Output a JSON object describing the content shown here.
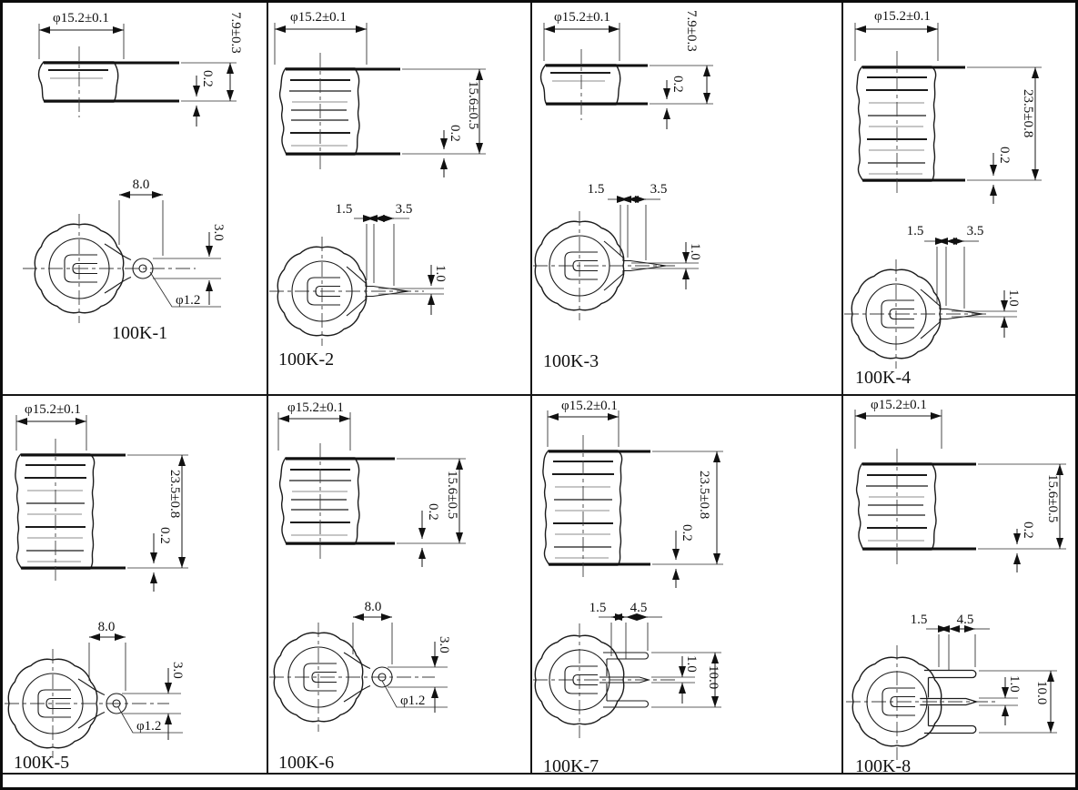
{
  "sheet": {
    "ink_color": "#1b1b1b",
    "background": "#ffffff"
  },
  "cells": [
    {
      "label": "100K-1",
      "dia": "φ15.2±0.1",
      "h": "7.9±0.3",
      "t": "0.2",
      "d1": "8.0",
      "d2": "3.0",
      "d3": "φ1.2"
    },
    {
      "label": "100K-2",
      "dia": "φ15.2±0.1",
      "h": "15.6±0.5",
      "t": "0.2",
      "d1": "1.5",
      "d2": "3.5",
      "d3": "1.0"
    },
    {
      "label": "100K-3",
      "dia": "φ15.2±0.1",
      "h": "7.9±0.3",
      "t": "0.2",
      "d1": "1.5",
      "d2": "3.5",
      "d3": "1.0"
    },
    {
      "label": "100K-4",
      "dia": "φ15.2±0.1",
      "h": "23.5±0.8",
      "t": "0.2",
      "d1": "1.5",
      "d2": "3.5",
      "d3": "1.0"
    },
    {
      "label": "100K-5",
      "dia": "φ15.2±0.1",
      "h": "23.5±0.8",
      "t": "0.2",
      "d1": "8.0",
      "d2": "3.0",
      "d3": "φ1.2"
    },
    {
      "label": "100K-6",
      "dia": "φ15.2±0.1",
      "h": "15.6±0.5",
      "t": "0.2",
      "d1": "8.0",
      "d2": "3.0",
      "d3": "φ1.2"
    },
    {
      "label": "100K-7",
      "dia": "φ15.2±0.1",
      "h": "23.5±0.8",
      "t": "0.2",
      "d1": "1.5",
      "d2": "4.5",
      "d3": "1.0",
      "d4": "10.0"
    },
    {
      "label": "100K-8",
      "dia": "φ15.2±0.1",
      "h": "15.6±0.5",
      "t": "0.2",
      "d1": "1.5",
      "d2": "4.5",
      "d3": "1.0",
      "d4": "10.0"
    }
  ]
}
